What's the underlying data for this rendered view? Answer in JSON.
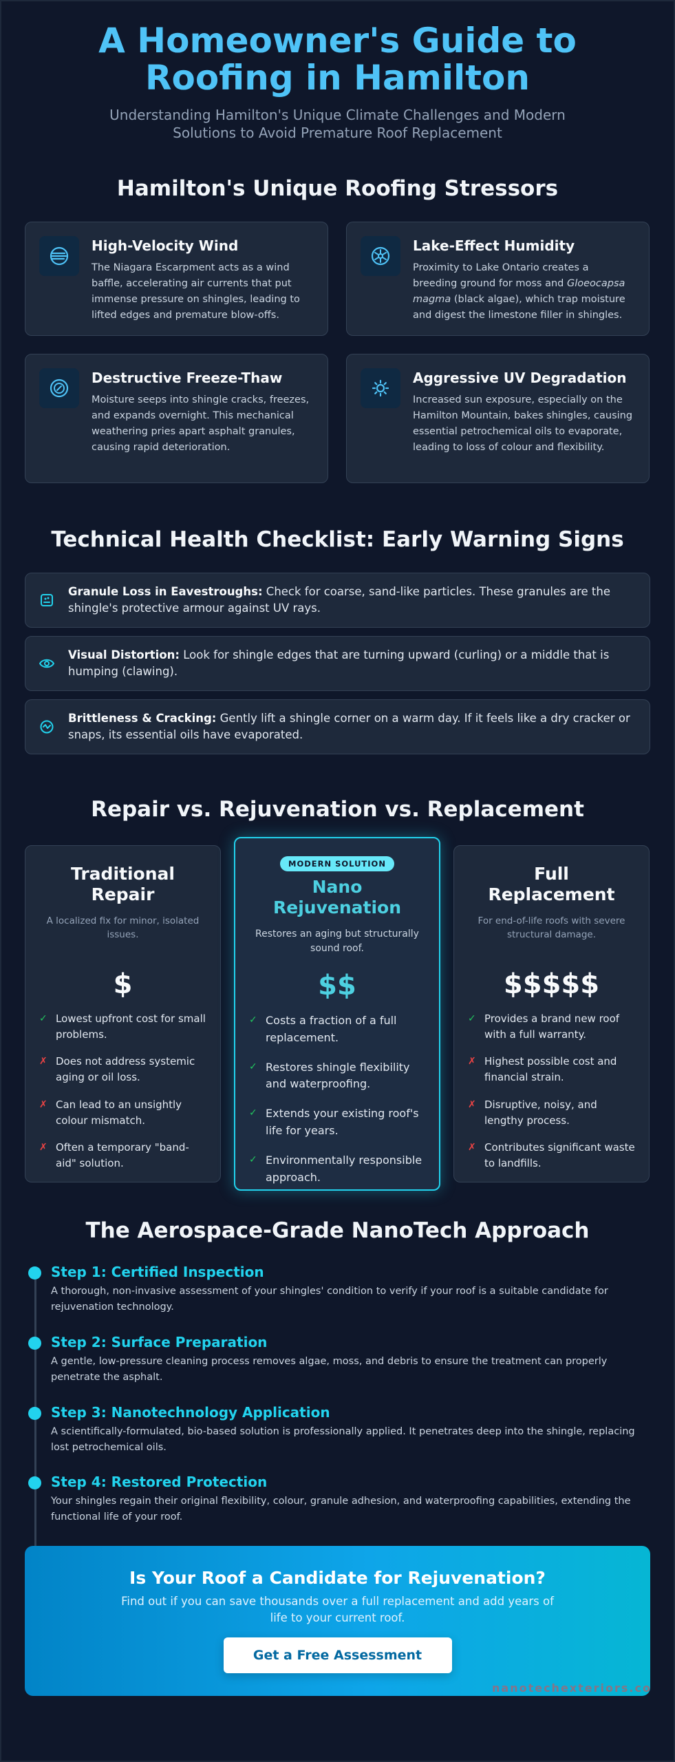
{
  "hero": {
    "title": "A Homeowner's Guide to Roofing in Hamilton",
    "subtitle": "Understanding Hamilton's Unique Climate Challenges and Modern Solutions to Avoid Premature Roof Replacement"
  },
  "stressors": {
    "title": "Hamilton's Unique Roofing Stressors",
    "items": [
      {
        "icon": "wind-icon",
        "title": "High-Velocity Wind",
        "text": "The Niagara Escarpment acts as a wind baffle, accelerating air currents that put immense pressure on shingles, leading to lifted edges and premature blow-offs."
      },
      {
        "icon": "humidity-icon",
        "title": "Lake-Effect Humidity",
        "text_before": "Proximity to Lake Ontario creates a breeding ground for moss and ",
        "text_em": "Gloeocapsa magma",
        "text_after": " (black algae), which trap moisture and digest the limestone filler in shingles."
      },
      {
        "icon": "freeze-icon",
        "title": "Destructive Freeze-Thaw",
        "text": "Moisture seeps into shingle cracks, freezes, and expands overnight. This mechanical weathering pries apart asphalt granules, causing rapid deterioration."
      },
      {
        "icon": "sun-icon",
        "title": "Aggressive UV Degradation",
        "text": "Increased sun exposure, especially on the Hamilton Mountain, bakes shingles, causing essential petrochemical oils to evaporate, leading to loss of colour and flexibility."
      }
    ]
  },
  "checklist": {
    "title": "Technical Health Checklist: Early Warning Signs",
    "items": [
      {
        "icon": "granule-icon",
        "label": "Granule Loss in Eavestroughs:",
        "text": " Check for coarse, sand-like particles. These granules are the shingle's protective armour against UV rays."
      },
      {
        "icon": "eye-icon",
        "label": "Visual Distortion:",
        "text": " Look for shingle edges that are turning upward (curling) or a middle that is humping (clawing)."
      },
      {
        "icon": "crack-icon",
        "label": "Brittleness & Cracking:",
        "text": " Gently lift a shingle corner on a warm day. If it feels like a dry cracker or snaps, its essential oils have evaporated."
      }
    ]
  },
  "comparison": {
    "title": "Repair vs. Rejuvenation vs. Replacement",
    "options": [
      {
        "title": "Traditional Repair",
        "desc": "A localized fix for minor, isolated issues.",
        "price": "$",
        "features": [
          {
            "type": "yes",
            "text": "Lowest upfront cost for small problems."
          },
          {
            "type": "no",
            "text": "Does not address systemic aging or oil loss."
          },
          {
            "type": "no",
            "text": "Can lead to an unsightly colour mismatch."
          },
          {
            "type": "no",
            "text": "Often a temporary \"band-aid\" solution."
          }
        ]
      },
      {
        "badge": "MODERN SOLUTION",
        "title": "Nano Rejuvenation",
        "desc": "Restores an aging but structurally sound roof.",
        "price": "$$",
        "features": [
          {
            "type": "yes",
            "text": "Costs a fraction of a full replacement."
          },
          {
            "type": "yes",
            "text": "Restores shingle flexibility and waterproofing."
          },
          {
            "type": "yes",
            "text": "Extends your existing roof's life for years."
          },
          {
            "type": "yes",
            "text": "Environmentally responsible approach."
          }
        ]
      },
      {
        "title": "Full Replacement",
        "desc": "For end-of-life roofs with severe structural damage.",
        "price": "$$$$$",
        "features": [
          {
            "type": "yes",
            "text": "Provides a brand new roof with a full warranty."
          },
          {
            "type": "no",
            "text": "Highest possible cost and financial strain."
          },
          {
            "type": "no",
            "text": "Disruptive, noisy, and lengthy process."
          },
          {
            "type": "no",
            "text": "Contributes significant waste to landfills."
          }
        ]
      }
    ],
    "marks": {
      "yes": "✓",
      "no": "✗"
    }
  },
  "approach": {
    "title": "The Aerospace-Grade NanoTech Approach",
    "steps": [
      {
        "title": "Step 1: Certified Inspection",
        "text": "A thorough, non-invasive assessment of your shingles' condition to verify if your roof is a suitable candidate for rejuvenation technology."
      },
      {
        "title": "Step 2: Surface Preparation",
        "text": "A gentle, low-pressure cleaning process removes algae, moss, and debris to ensure the treatment can properly penetrate the asphalt."
      },
      {
        "title": "Step 3: Nanotechnology Application",
        "text": "A scientifically-formulated, bio-based solution is professionally applied. It penetrates deep into the shingle, replacing lost petrochemical oils."
      },
      {
        "title": "Step 4: Restored Protection",
        "text": "Your shingles regain their original flexibility, colour, granule adhesion, and waterproofing capabilities, extending the functional life of your roof."
      }
    ]
  },
  "cta": {
    "title": "Is Your Roof a Candidate for Rejuvenation?",
    "subtitle": "Find out if you can save thousands over a full replacement and add years of life to your current roof.",
    "button": "Get a Free Assessment",
    "watermark": "nanotechexteriors.co"
  },
  "colors": {
    "accent": "#4fc3f7",
    "cyan": "#22d3ee",
    "background": "#0f172a",
    "card": "#1e293b",
    "check": "#22c55e",
    "cross": "#ef4444"
  }
}
